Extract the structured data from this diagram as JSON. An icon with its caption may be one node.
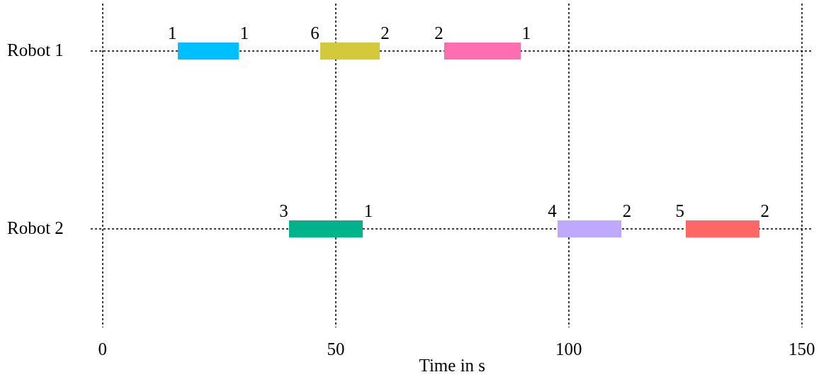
{
  "diagram": {
    "nodes": [
      {
        "text": [
          "1",
          "1"
        ]
      },
      {
        "text": [
          "6",
          "2"
        ]
      },
      {
        "text": [
          "2",
          "1"
        ]
      },
      {
        "text": [
          "3",
          "1"
        ]
      },
      {
        "text": [
          "4",
          "2"
        ]
      },
      {
        "text": [
          "5",
          "2"
        ]
      }
    ],
    "edges": [],
    "labels": [
      "Robot 1",
      "Robot 2",
      "0",
      "50",
      "100",
      "150",
      "Time in s"
    ]
  }
}
